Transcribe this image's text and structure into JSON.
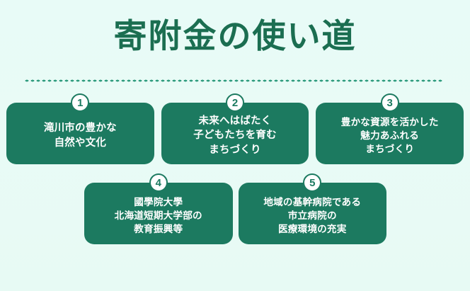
{
  "page": {
    "title": "寄附金の使い道",
    "background_color": "#e9fbf6",
    "accent_color": "#1c7a60",
    "title_color": "#1b6e51",
    "divider_color": "#2f9c7e"
  },
  "cards": [
    {
      "number": "1",
      "lines": "滝川市の豊かな\n自然や文化",
      "row": "top"
    },
    {
      "number": "2",
      "lines": "未来へはばたく\n子どもたちを育む\nまちづくり",
      "row": "top"
    },
    {
      "number": "3",
      "lines": "豊かな資源を活かした\n魅力あふれる\nまちづくり",
      "row": "top"
    },
    {
      "number": "4",
      "lines": "國學院大學\n北海道短期大学部の\n教育振興等",
      "row": "bottom"
    },
    {
      "number": "5",
      "lines": "地域の基幹病院である\n市立病院の\n医療環境の充実",
      "row": "bottom"
    }
  ]
}
